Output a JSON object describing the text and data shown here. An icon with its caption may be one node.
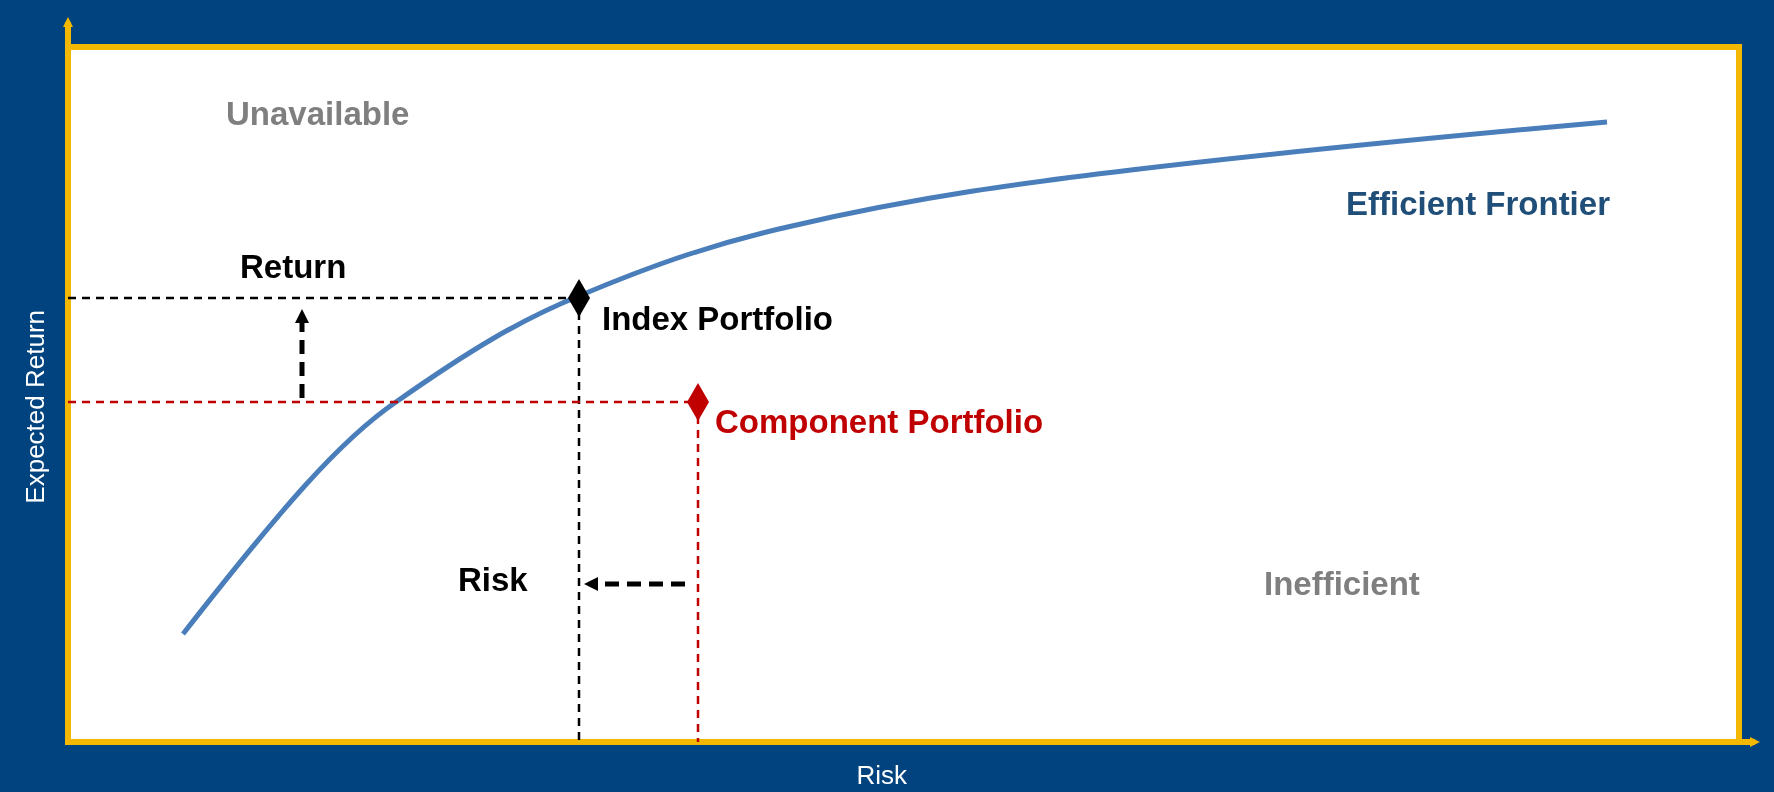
{
  "diagram": {
    "labels": [
      "Unavailable",
      "Efficient Frontier",
      "Return",
      "Index Portfolio",
      "Component Portfolio",
      "Risk",
      "Inefficient",
      "Expected Return",
      "Risk"
    ]
  }
}
